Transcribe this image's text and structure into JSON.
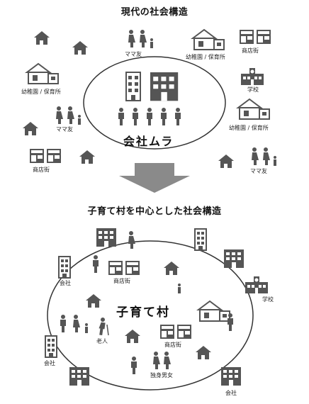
{
  "top": {
    "title": "現代の社会構造",
    "center_label": "会社ムラ",
    "labels": {
      "mamatomo_1": "ママ友",
      "kindergarten_1": "幼稚園 / 保育所",
      "shopping_1": "商店街",
      "kindergarten_2": "幼稚園 / 保育所",
      "school": "学校",
      "mamatomo_2": "ママ友",
      "kindergarten_3": "幼稚園 / 保育所",
      "shopping_2": "商店街",
      "mamatomo_3": "ママ友"
    }
  },
  "bottom": {
    "title": "子育て村を中心とした社会構造",
    "center_label": "子育て村",
    "labels": {
      "company_1": "会社",
      "shopping_1": "商店街",
      "school": "学校",
      "elderly": "老人",
      "shopping_2": "商店街",
      "company_2": "会社",
      "single": "独身男女",
      "company_3": "会社"
    }
  },
  "colors": {
    "icon": "#555555",
    "arrow": "#8a8a8a",
    "ellipse": "#333333"
  }
}
